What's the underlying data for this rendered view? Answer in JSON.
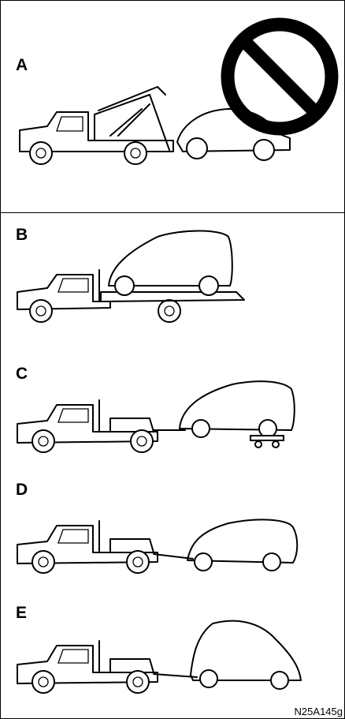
{
  "figure": {
    "code": "N25A145g",
    "panels": [
      {
        "id": "A",
        "label": "A",
        "method": "wheel-lift-sling",
        "prohibited": true
      },
      {
        "id": "B",
        "label": "B",
        "method": "flatbed"
      },
      {
        "id": "C",
        "label": "C",
        "method": "wheel-lift-with-dollies"
      },
      {
        "id": "D",
        "label": "D",
        "method": "wheel-lift-front"
      },
      {
        "id": "E",
        "label": "E",
        "method": "wheel-lift-rear"
      }
    ]
  },
  "icons": {
    "prohibited": "no-entry-icon",
    "vehicle": "tow-truck-icon"
  },
  "colors": {
    "ink": "#000000",
    "paper": "#ffffff"
  }
}
